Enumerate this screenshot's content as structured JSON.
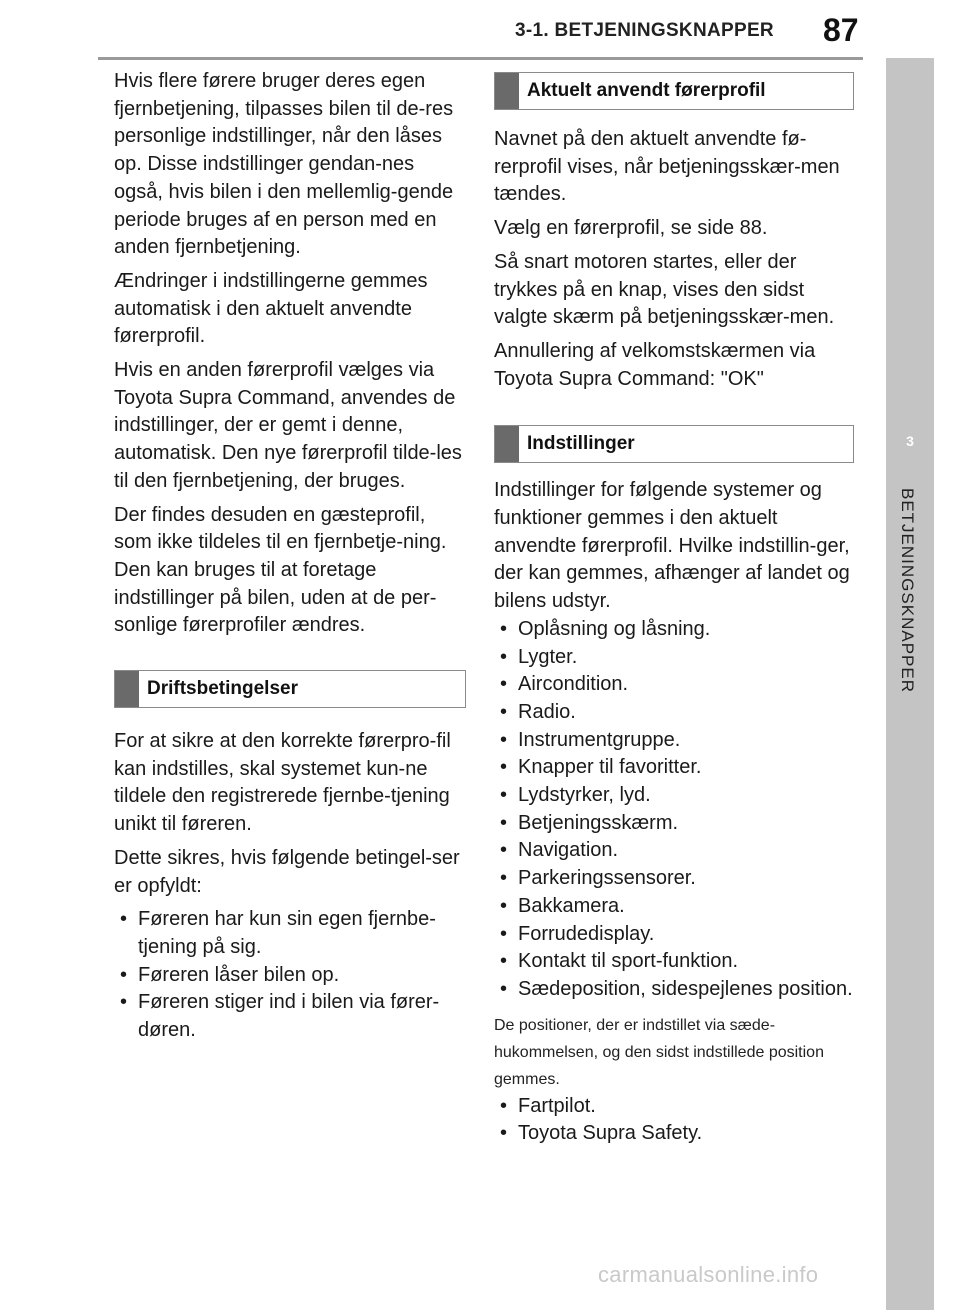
{
  "header": {
    "section": "3-1. BETJENINGSKNAPPER",
    "page_number": "87"
  },
  "side_tab": {
    "chapter_number": "3",
    "chapter_label": "BETJENINGSKNAPPER"
  },
  "left": {
    "paragraphs": [
      "Hvis flere førere bruger deres egen fjernbetjening, tilpasses bilen til de-res personlige indstillinger, når den låses op. Disse indstillinger gendan-nes også, hvis bilen i den mellemlig-gende periode bruges af en person med en anden fjernbetjening.",
      "Ændringer i indstillingerne gemmes automatisk i den aktuelt anvendte førerprofil.",
      "Hvis en anden førerprofil vælges via Toyota Supra Command, anvendes de indstillinger, der er gemt i denne, automatisk. Den nye førerprofil tilde-les til den fjernbetjening, der bruges.",
      "Der findes desuden en gæsteprofil, som ikke tildeles til en fjernbetje-ning. Den kan bruges til at foretage indstillinger på bilen, uden at de per-sonlige førerprofiler ændres."
    ],
    "section_title": "Driftsbetingelser",
    "section_paragraphs": [
      "For at sikre at den korrekte førerpro-fil kan indstilles, skal systemet kun-ne tildele den registrerede fjernbe-tjening unikt til føreren.",
      "Dette sikres, hvis følgende betingel-ser er opfyldt:"
    ],
    "bullets": [
      "Føreren har kun sin egen fjernbe-tjening på sig.",
      "Føreren låser bilen op.",
      "Føreren stiger ind i bilen via fører-døren."
    ]
  },
  "right": {
    "section1_title": "Aktuelt anvendt førerprofil",
    "section1_paragraphs": [
      "Navnet på den aktuelt anvendte fø-rerprofil vises, når betjeningsskær-men tændes.",
      "Vælg en førerprofil, se side 88.",
      "Så snart motoren startes, eller der trykkes på en knap, vises den sidst valgte skærm på betjeningsskær-men.",
      "Annullering af velkomstskærmen via Toyota Supra Command: \"OK\""
    ],
    "section2_title": "Indstillinger",
    "section2_paragraph": "Indstillinger for følgende systemer og funktioner gemmes i den aktuelt anvendte førerprofil. Hvilke indstillin-ger, der kan gemmes, afhænger af landet og bilens udstyr.",
    "bullets": [
      "Oplåsning og låsning.",
      "Lygter.",
      "Aircondition.",
      "Radio.",
      "Instrumentgruppe.",
      "Knapper til favoritter.",
      "Lydstyrker, lyd.",
      "Betjeningsskærm.",
      "Navigation.",
      "Parkeringssensorer.",
      "Bakkamera.",
      "Forrudedisplay.",
      "Kontakt til sport-funktion.",
      "Sædeposition, sidespejlenes position."
    ],
    "note": "De positioner, der er indstillet via sæde-hukommelsen, og den sidst indstillede position gemmes.",
    "bullets2": [
      "Fartpilot.",
      "Toyota Supra Safety."
    ]
  },
  "footer": {
    "watermark": "carmanualsonline.info"
  }
}
